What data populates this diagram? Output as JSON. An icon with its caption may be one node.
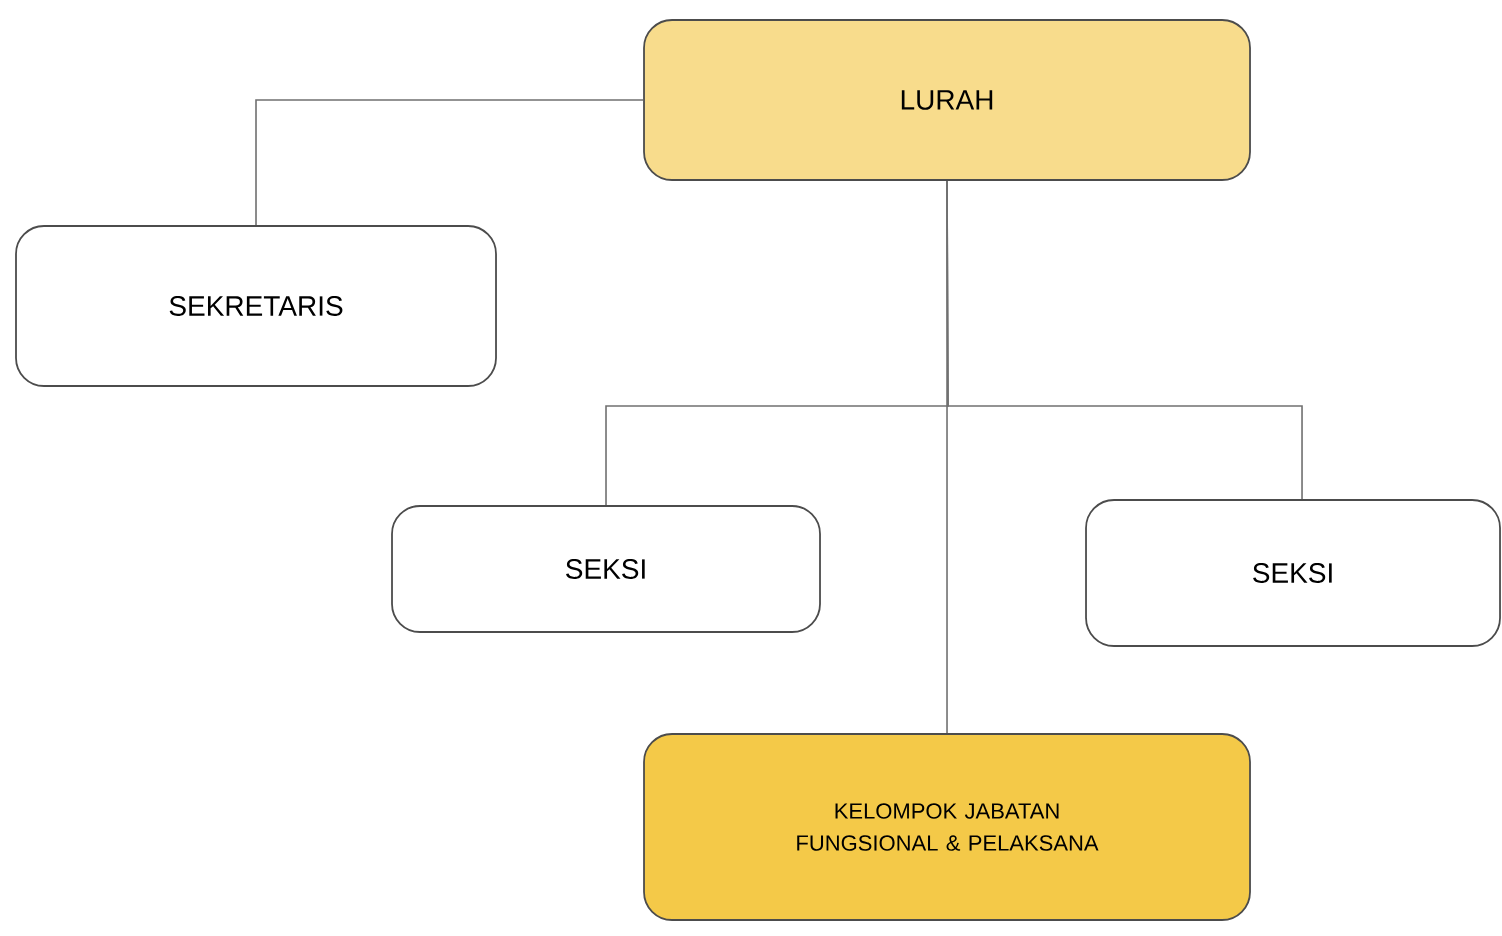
{
  "diagram": {
    "nodes": [
      {
        "text": [
          "LURAH"
        ]
      },
      {
        "text": [
          "SEKRETARIS"
        ]
      },
      {
        "text": [
          "SEKSI"
        ]
      },
      {
        "text": [
          "SEKSI"
        ]
      },
      {
        "text": [
          "KELOMPOK JABATAN FUNGSIONAL & PELAKSANA"
        ]
      }
    ],
    "edges": [
      {
        "from": 0,
        "to": 1,
        "arrow": "none"
      },
      {
        "from": 0,
        "to": 2,
        "arrow": "none"
      },
      {
        "from": 0,
        "to": 3,
        "arrow": "none"
      },
      {
        "from": 0,
        "to": 4,
        "arrow": "none"
      }
    ]
  }
}
